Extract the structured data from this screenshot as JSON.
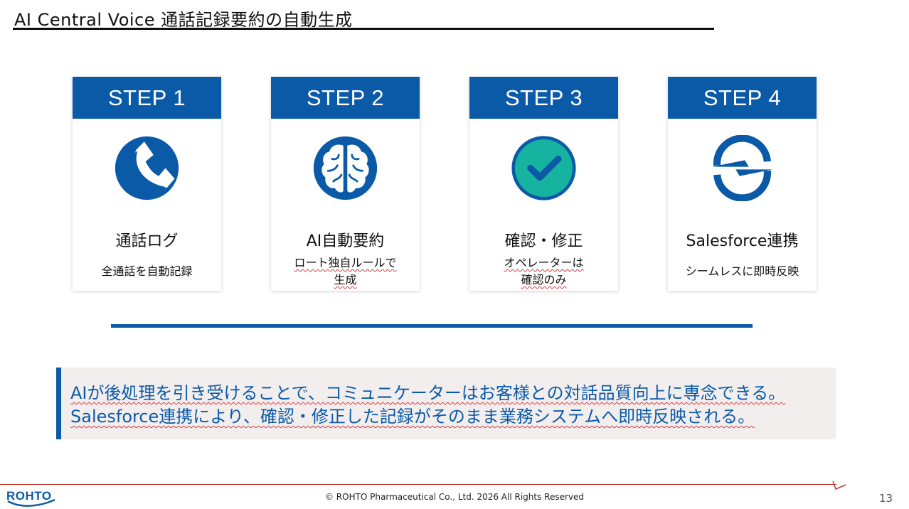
{
  "slide": {
    "title": "AI Central Voice  通話記録要約の自動生成",
    "page_number": "13",
    "copyright": "© ROHTO Pharmaceutical Co., Ltd. 2026 All Rights Reserved",
    "logo_text": "ROHTO"
  },
  "steps": [
    {
      "header": "STEP 1",
      "label": "通話ログ",
      "sub": [
        "全通話を自動記録"
      ],
      "icon": "phone-icon"
    },
    {
      "header": "STEP 2",
      "label": "AI自動要約",
      "sub": [
        "ロート独自ルールで",
        "生成"
      ],
      "icon": "brain-icon"
    },
    {
      "header": "STEP 3",
      "label": "確認・修正",
      "sub": [
        "オペレーターは",
        "確認のみ"
      ],
      "icon": "check-circle-icon"
    },
    {
      "header": "STEP 4",
      "label": "Salesforce連携",
      "sub": [
        "シームレスに即時反映"
      ],
      "icon": "sync-icon"
    }
  ],
  "callout": {
    "line1": "AIが後処理を引き受けることで、コミュニケーターはお客様との対話品質向上に専念できる。",
    "line2": "Salesforce連携により、確認・修正した記録がそのまま業務システムへ即時反映される。"
  },
  "colors": {
    "brand_blue": "#0b5aa8",
    "check_teal": "#16b3a0",
    "footer_red": "#c0392b"
  }
}
